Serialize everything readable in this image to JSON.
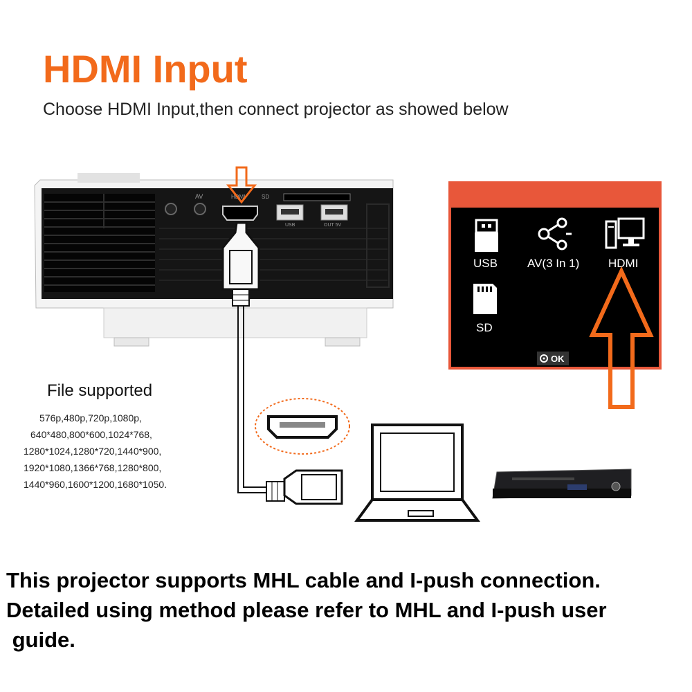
{
  "header": {
    "title": "HDMI Input",
    "subtitle": "Choose HDMI Input,then connect projector as showed below"
  },
  "projector": {
    "port_labels": {
      "av": "AV",
      "hdmi": "HDMI",
      "sd": "SD",
      "usb": "USB",
      "out": "OUT 5V"
    }
  },
  "menu_screen": {
    "items": [
      {
        "label": "USB",
        "icon": "usb-drive-icon"
      },
      {
        "label": "AV(3 In 1)",
        "icon": "share-icon"
      },
      {
        "label": "HDMI",
        "icon": "computer-icon"
      },
      {
        "label": "SD",
        "icon": "sd-card-icon"
      }
    ],
    "ok_label": "OK",
    "colors": {
      "header": "#e8573a",
      "background": "#000000",
      "arrow": "#f26a1b"
    }
  },
  "files": {
    "heading": "File supported",
    "lines": [
      "576p,480p,720p,1080p,",
      "640*480,800*600,1024*768,",
      "1280*1024,1280*720,1440*900,",
      "1920*1080,1366*768,1280*800,",
      "1440*960,1600*1200,1680*1050."
    ]
  },
  "notice": {
    "lines": [
      "This projector supports MHL cable and I-push connection.",
      "Detailed using method please refer to MHL and I-push user",
      " guide."
    ]
  }
}
